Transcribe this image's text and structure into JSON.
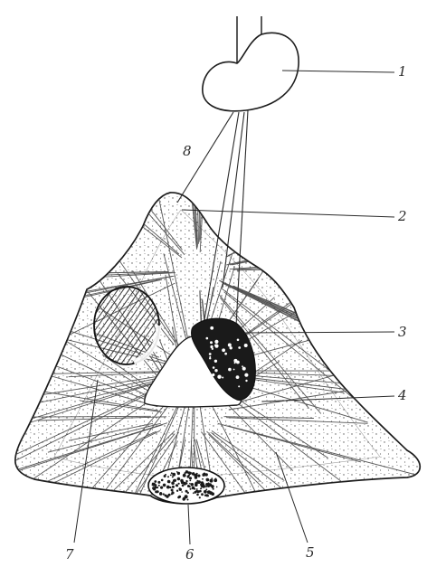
{
  "labels": {
    "l1": "1",
    "l2": "2",
    "l3": "3",
    "l4": "4",
    "l5": "5",
    "l6": "6",
    "l7": "7",
    "l8": "8"
  },
  "colors": {
    "ink": "#1c1c1c",
    "fiber": "#3a3a3a",
    "paper": "#ffffff"
  }
}
